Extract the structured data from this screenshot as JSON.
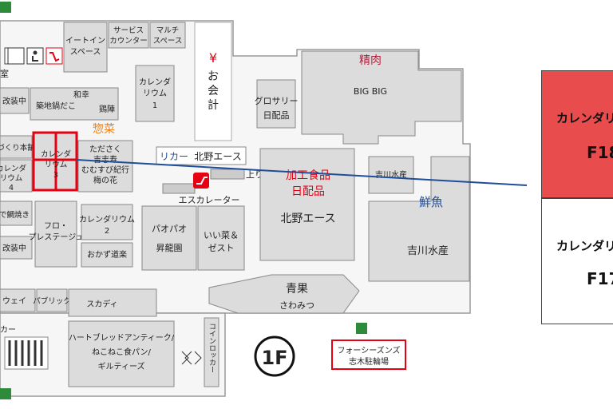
{
  "floor": {
    "label": "1F"
  },
  "stores": {
    "eat_in": [
      "イートイン",
      "スペース"
    ],
    "service_counter": [
      "サービス",
      "カウンター"
    ],
    "multi_space": [
      "マルチ",
      "スペース"
    ],
    "checkout": [
      "¥",
      "お",
      "会",
      "計"
    ],
    "seiniku": "精肉",
    "big_big": "BIG BIG",
    "calendarium1": [
      "カレンダ",
      "リウム",
      "1"
    ],
    "grocery": [
      "グロサリー",
      "日配品"
    ],
    "kaizouchu_top": "改装中",
    "tsukiji": "築地鍋だこ",
    "wakou": "和幸",
    "tonbou": "鶏陣",
    "sozai": "惣菜",
    "honzukuri": "づくり本舗",
    "calendarium3": [
      "カレンダ",
      "リウム",
      "3"
    ],
    "tadasaku": [
      "たださく",
      "吉志寿",
      "むむすび紀行",
      "梅の花"
    ],
    "liquor": "リカー",
    "kitano_ace_top": "北野エース",
    "up": "上り",
    "escalator": "エスカレーター",
    "kakou": [
      "加工食品",
      "日配品"
    ],
    "yoshikawa_small": "吉川水産",
    "sengyo": "鮮魚",
    "calendarium4": [
      "カレンダ",
      "リウム",
      "4"
    ],
    "kitano_ace_main": "北野エース",
    "dekankan": "で鯛焼き",
    "flower": [
      "フロ・",
      "プレステージュ"
    ],
    "calendarium2": [
      "カレンダリウム",
      "2"
    ],
    "okazu": "おかず道楽",
    "paopao": [
      "パオパオ",
      "昇龍園"
    ],
    "iinasai": [
      "いい菜＆",
      "ゼスト"
    ],
    "yoshikawa_main": "吉川水産",
    "kaizouchu_mid": "改装中",
    "seika": [
      "青果",
      "さわみつ"
    ],
    "subway": "ウェイ",
    "public": "パブリック",
    "sukadi": "スカディ",
    "car": "カー",
    "heartbread": [
      "ハートブレッドアンティーク/",
      "ねこねこ食パン/",
      "ギルティーズ"
    ],
    "coin_locker": "コインロッカー",
    "four_seasons": [
      "フォーシーズンズ",
      "志木駐輪場"
    ],
    "toilet_room": "室"
  },
  "legend": {
    "f18": {
      "name": "カレンダリ",
      "code": "F18"
    },
    "f17": {
      "name": "カレンダリ",
      "code": "F17"
    }
  },
  "colors": {
    "highlight": "#e60012",
    "legend_fill": "#e84c4c",
    "connector": "#1f4e99",
    "shop_fill": "#dcdcdc",
    "accent_orange": "#e8821e",
    "kitano_blue": "#1f4e99",
    "exit_green": "#2e8b3a"
  }
}
